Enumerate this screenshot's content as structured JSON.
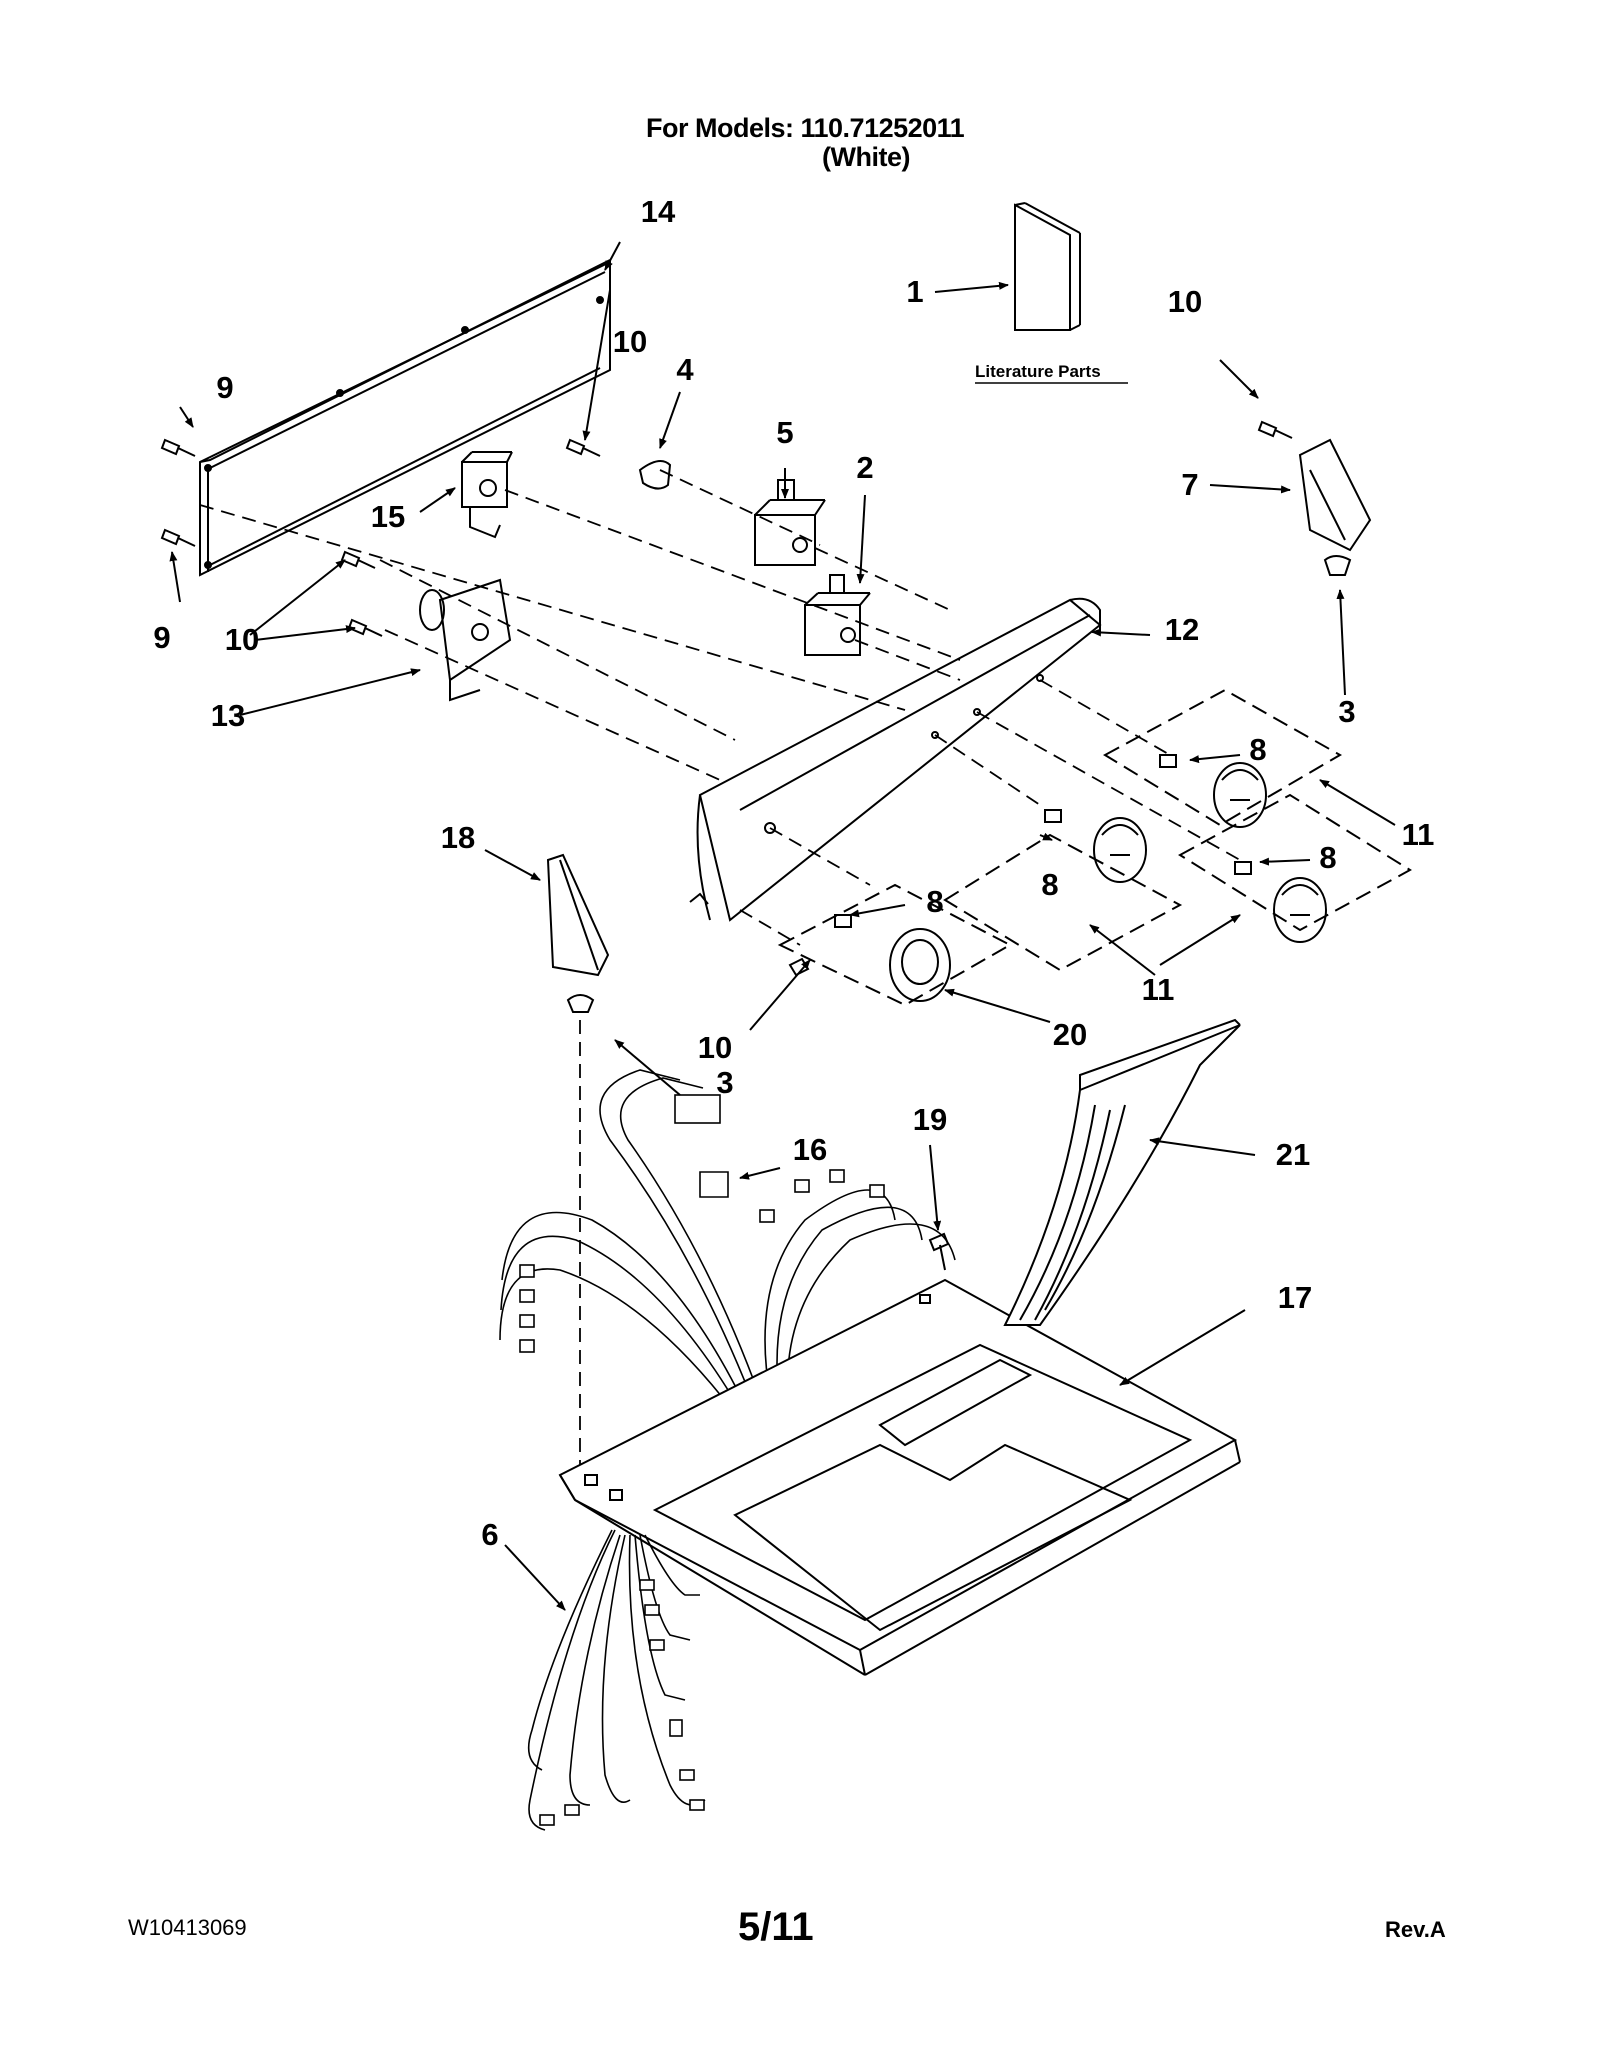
{
  "header": {
    "models_line": "For Models: 110.71252011",
    "color_line": "(White)"
  },
  "diagram": {
    "literature_label": "Literature Parts",
    "callouts": {
      "c1": "1",
      "c2": "2",
      "c3a": "3",
      "c3b": "3",
      "c4": "4",
      "c5": "5",
      "c6": "6",
      "c7": "7",
      "c8a": "8",
      "c8b": "8",
      "c8c": "8",
      "c8d": "8",
      "c9a": "9",
      "c9b": "9",
      "c10a": "10",
      "c10b": "10",
      "c10c": "10",
      "c10d": "10",
      "c11a": "11",
      "c11b": "11",
      "c12": "12",
      "c13": "13",
      "c14": "14",
      "c15": "15",
      "c16": "16",
      "c17": "17",
      "c18": "18",
      "c19": "19",
      "c20": "20",
      "c21": "21"
    }
  },
  "footer": {
    "doc_number": "W10413069",
    "page": "5/11",
    "revision": "Rev.A"
  }
}
